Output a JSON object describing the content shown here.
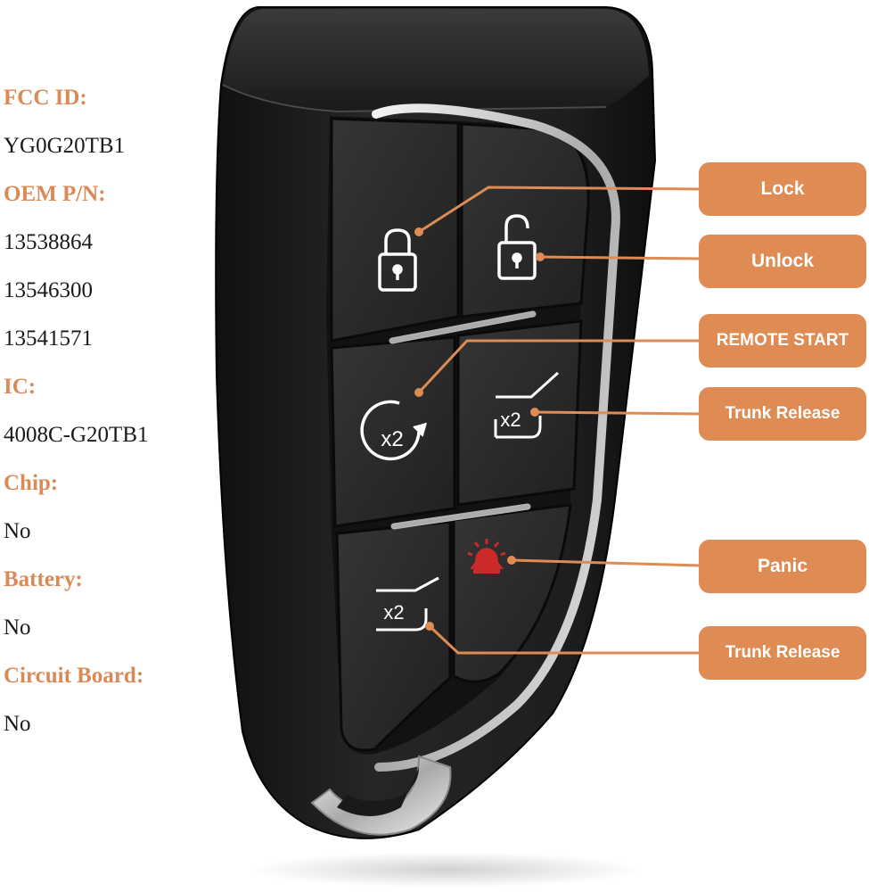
{
  "specs": {
    "fcc_id_label": "FCC ID:",
    "fcc_id_value": "YG0G20TB1",
    "oem_label": "OEM P/N:",
    "oem_values": [
      "13538864",
      "13546300",
      "13541571"
    ],
    "ic_label": "IC:",
    "ic_value": "4008C-G20TB1",
    "chip_label": "Chip:",
    "chip_value": "No",
    "battery_label": "Battery:",
    "battery_value": "No",
    "circuit_label": "Circuit Board:",
    "circuit_value": "No"
  },
  "callouts": {
    "lock": "Lock",
    "unlock": "Unlock",
    "remote_start": "REMOTE START",
    "trunk_release_1": "Trunk Release",
    "panic": "Panic",
    "trunk_release_2": "Trunk Release"
  },
  "fob_icons": {
    "remote_start_text": "x2",
    "trunk_text_1": "x2",
    "trunk_text_2": "x2"
  },
  "colors": {
    "accent": "#de8b54",
    "label_text": "#d98a57",
    "fob_body": "#1c1c1c",
    "panic_icon": "#cc2a2a",
    "chrome": "#d8d8d8"
  }
}
